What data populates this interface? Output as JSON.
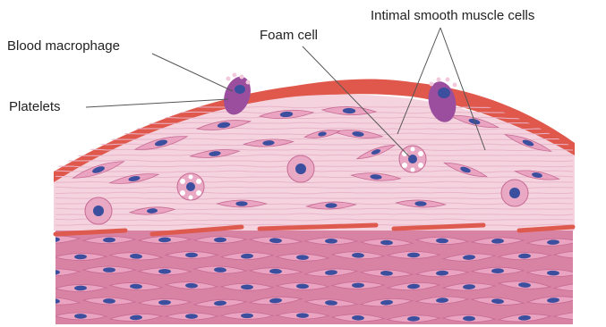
{
  "labels": {
    "blood_macrophage": "Blood macrophage",
    "platelets": "Platelets",
    "foam_cell": "Foam cell",
    "intimal_smooth_muscle_cells": "Intimal smooth muscle cells"
  },
  "colors": {
    "endothelium": "#e0584c",
    "intima": "#f4d3df",
    "fiber": "#e8b5c9",
    "media_bg": "#d882a4",
    "smooth_muscle_cell": "#eaa4c1",
    "smooth_muscle_edge": "#c76b94",
    "nucleus": "#3c4f9e",
    "macrophage": "#9b4d9e",
    "elastic_lamina": "#df5a4e",
    "leader_line": "#555555",
    "text": "#222222"
  }
}
